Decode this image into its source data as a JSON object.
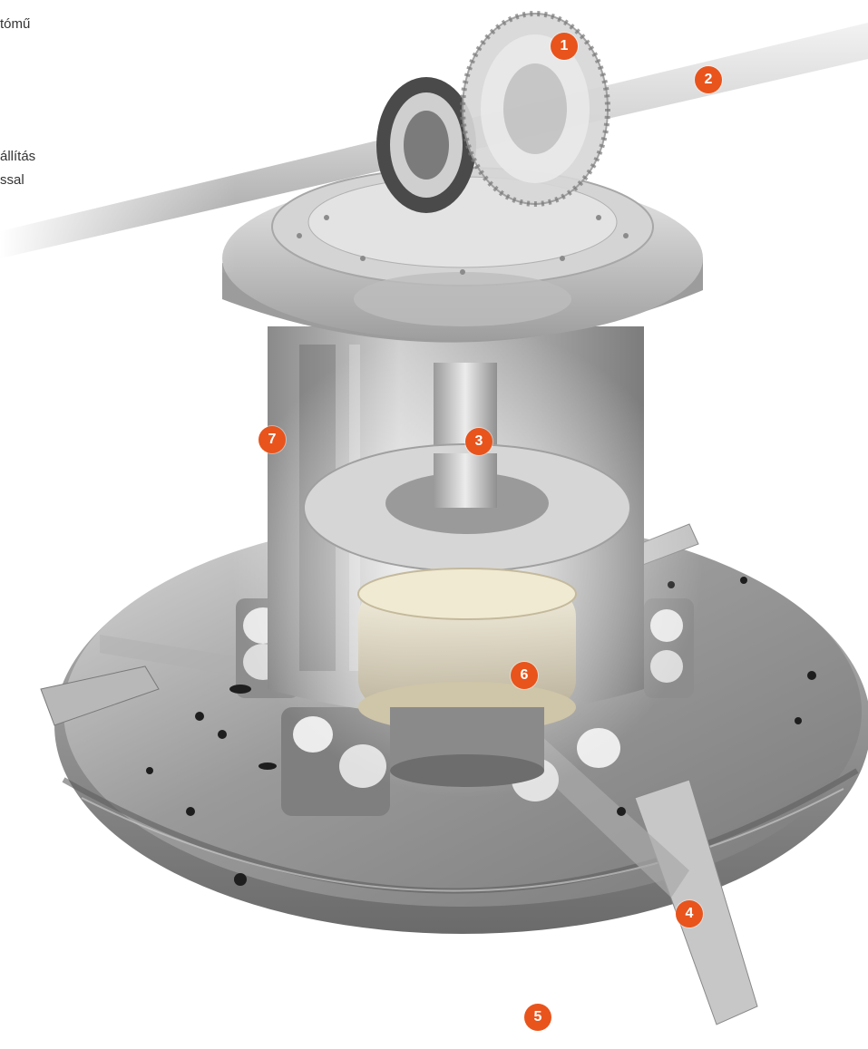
{
  "side_text": [
    "tómű",
    "állítás",
    "ssal"
  ],
  "markers": [
    "1",
    "2",
    "3",
    "4",
    "5",
    "6",
    "7"
  ],
  "colors": {
    "marker": "#e8541c",
    "metal_light": "#e4e4e4",
    "metal_dark": "#6e6e6e"
  }
}
